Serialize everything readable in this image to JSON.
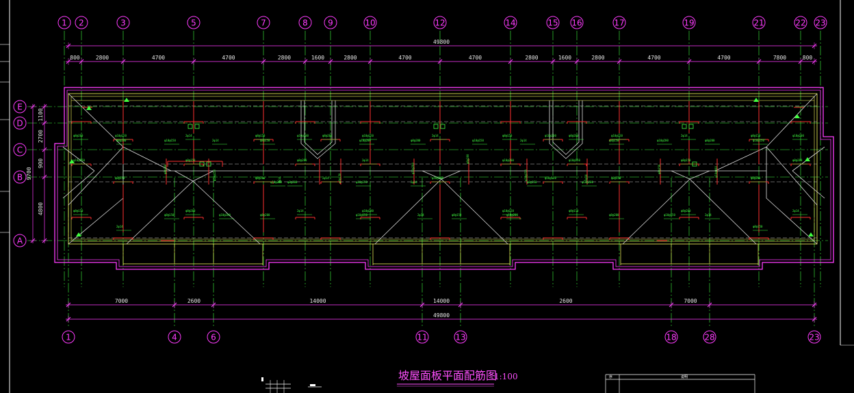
{
  "drawing": {
    "title": "坡屋面板平面配筋图",
    "scale": "1:100",
    "colors": {
      "background": "#000000",
      "grid_bubble": "#ff3cff",
      "outline": "#ff3cff",
      "eaves": "#ffff60",
      "rebar_red": "#ff3030",
      "rebar_green": "#40ff40",
      "dim_line": "#ff3cff",
      "axis_line": "#40ff40",
      "text": "#e8e8e8"
    }
  },
  "grid_top": [
    "1",
    "2",
    "3",
    "5",
    "7",
    "8",
    "9",
    "10",
    "12",
    "14",
    "15",
    "16",
    "17",
    "19",
    "21",
    "22",
    "23"
  ],
  "grid_bottom": [
    "1",
    "4",
    "6",
    "11",
    "13",
    "18",
    "28",
    "23"
  ],
  "grid_left": [
    "E",
    "D",
    "C",
    "B",
    "A"
  ],
  "dims": {
    "top_total": "49800",
    "top_segments": [
      "800",
      "2800",
      "4700",
      "4700",
      "2800",
      "1600",
      "2800",
      "4700",
      "4700",
      "2800",
      "1600",
      "2800",
      "4700",
      "4700",
      "7800",
      "800"
    ],
    "bottom_segments": [
      "7000",
      "2600",
      "14000",
      "14000",
      "2600",
      "7000"
    ],
    "bottom_total": "49800",
    "left_segments": [
      "1100",
      "2700",
      "900",
      "4800"
    ],
    "left_total": "9700"
  },
  "rebar_labels": {
    "a": "φ8@200",
    "b": "φ10@150",
    "c": "2φ14",
    "d": "φ8@150",
    "e": "φ10@200"
  },
  "title_block": {
    "col1": "序",
    "col2": "说明"
  }
}
